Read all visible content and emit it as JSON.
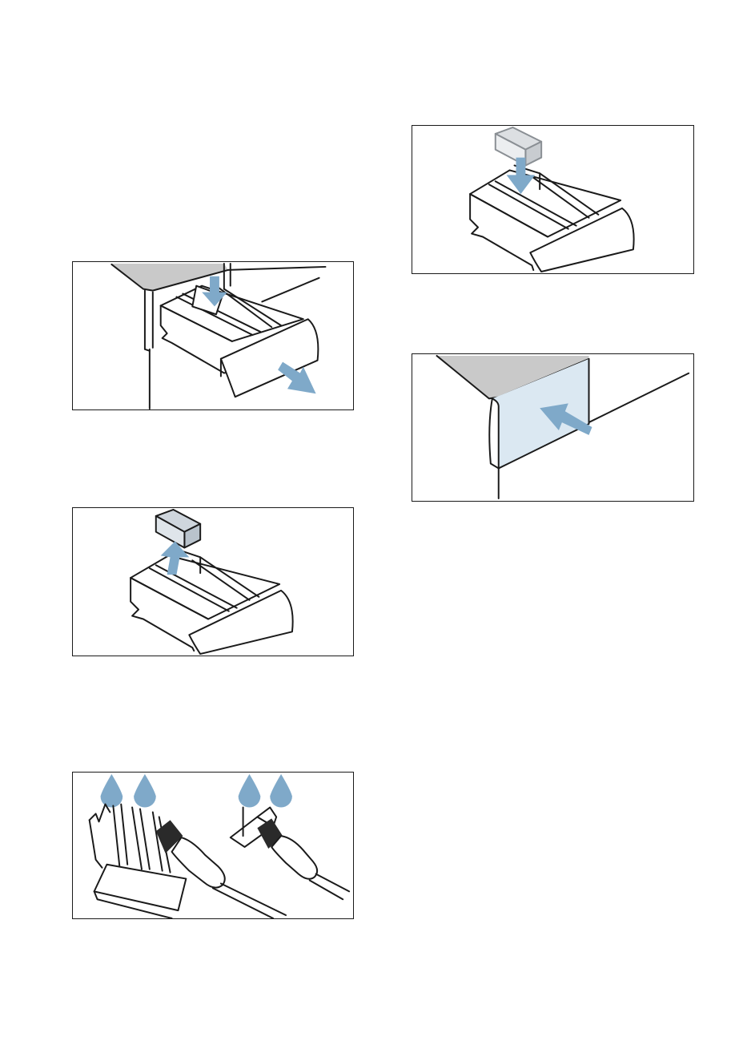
{
  "colors": {
    "border": "#1a1a1a",
    "arrow_blue": "#7fa9c9",
    "drop_blue": "#7fa9c9",
    "panel_blue": "#dbe8f2",
    "grey_trim": "#c9c9c9",
    "insert_grey": "#cfd6dd"
  },
  "figures": [
    {
      "id": "fig-pull-out",
      "icons": [
        "drawer-icon",
        "press-down-arrow-icon",
        "pull-out-arrow-icon"
      ]
    },
    {
      "id": "fig-remove",
      "icons": [
        "drawer-icon",
        "insert-icon",
        "lift-up-arrow-icon"
      ]
    },
    {
      "id": "fig-clean",
      "icons": [
        "water-drop-icon",
        "brush-icon",
        "drawer-icon",
        "insert-icon"
      ]
    },
    {
      "id": "fig-refit",
      "icons": [
        "drawer-icon",
        "insert-icon",
        "press-down-arrow-icon"
      ]
    },
    {
      "id": "fig-push-in",
      "icons": [
        "drawer-front-icon",
        "push-in-arrow-icon"
      ]
    }
  ]
}
